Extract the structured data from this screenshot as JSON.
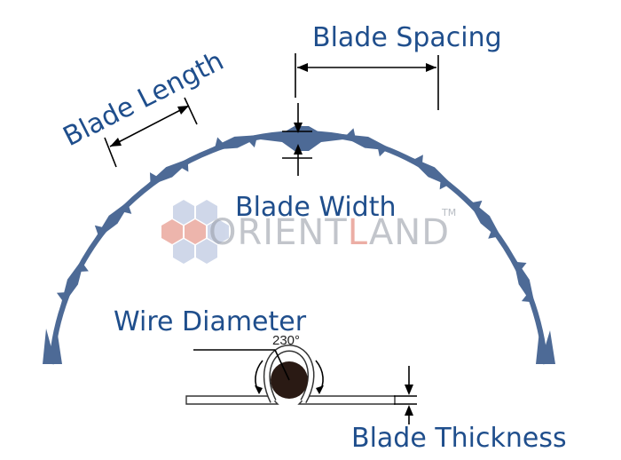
{
  "labels": {
    "blade_spacing": "Blade Spacing",
    "blade_length": "Blade Length",
    "blade_width": "Blade Width",
    "wire_diameter": "Wire Diameter",
    "blade_thickness": "Blade Thickness",
    "angle": "230°"
  },
  "watermark": {
    "prefix": "O",
    "text_a": "RIENT",
    "text_l": "L",
    "text_b": "AND",
    "tm": "TM"
  },
  "colors": {
    "label": "#1f4e8c",
    "blade": "#4d6a96",
    "wire_core": "#2a1a14",
    "watermark_gray": "#9aa0aa",
    "watermark_red": "#e07a6a",
    "hex_blue": "#a9b8d8"
  }
}
